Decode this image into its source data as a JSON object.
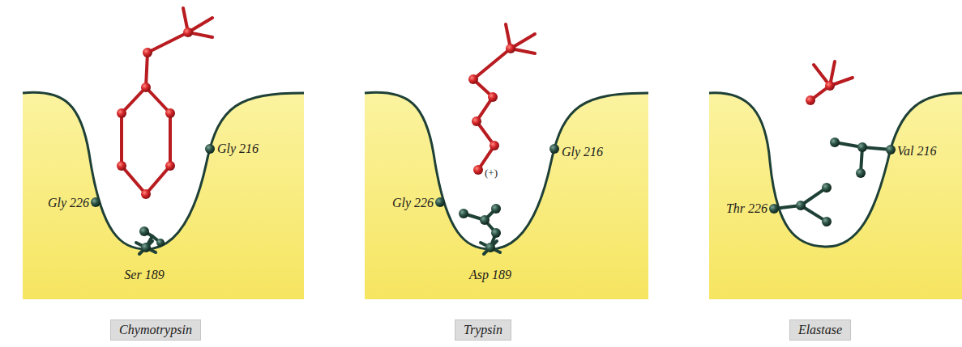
{
  "diagram": {
    "nodes": [
      {
        "text": [
          "Chymotrypsin"
        ]
      },
      {
        "text": [
          "Trypsin"
        ]
      },
      {
        "text": [
          "Elastase"
        ]
      }
    ],
    "labels": [
      "Gly 216",
      "Gly 226",
      "Ser 189",
      "(+)",
      "Gly 216",
      "Gly 226",
      "Asp 189",
      "Val 216",
      "Thr 226"
    ]
  }
}
